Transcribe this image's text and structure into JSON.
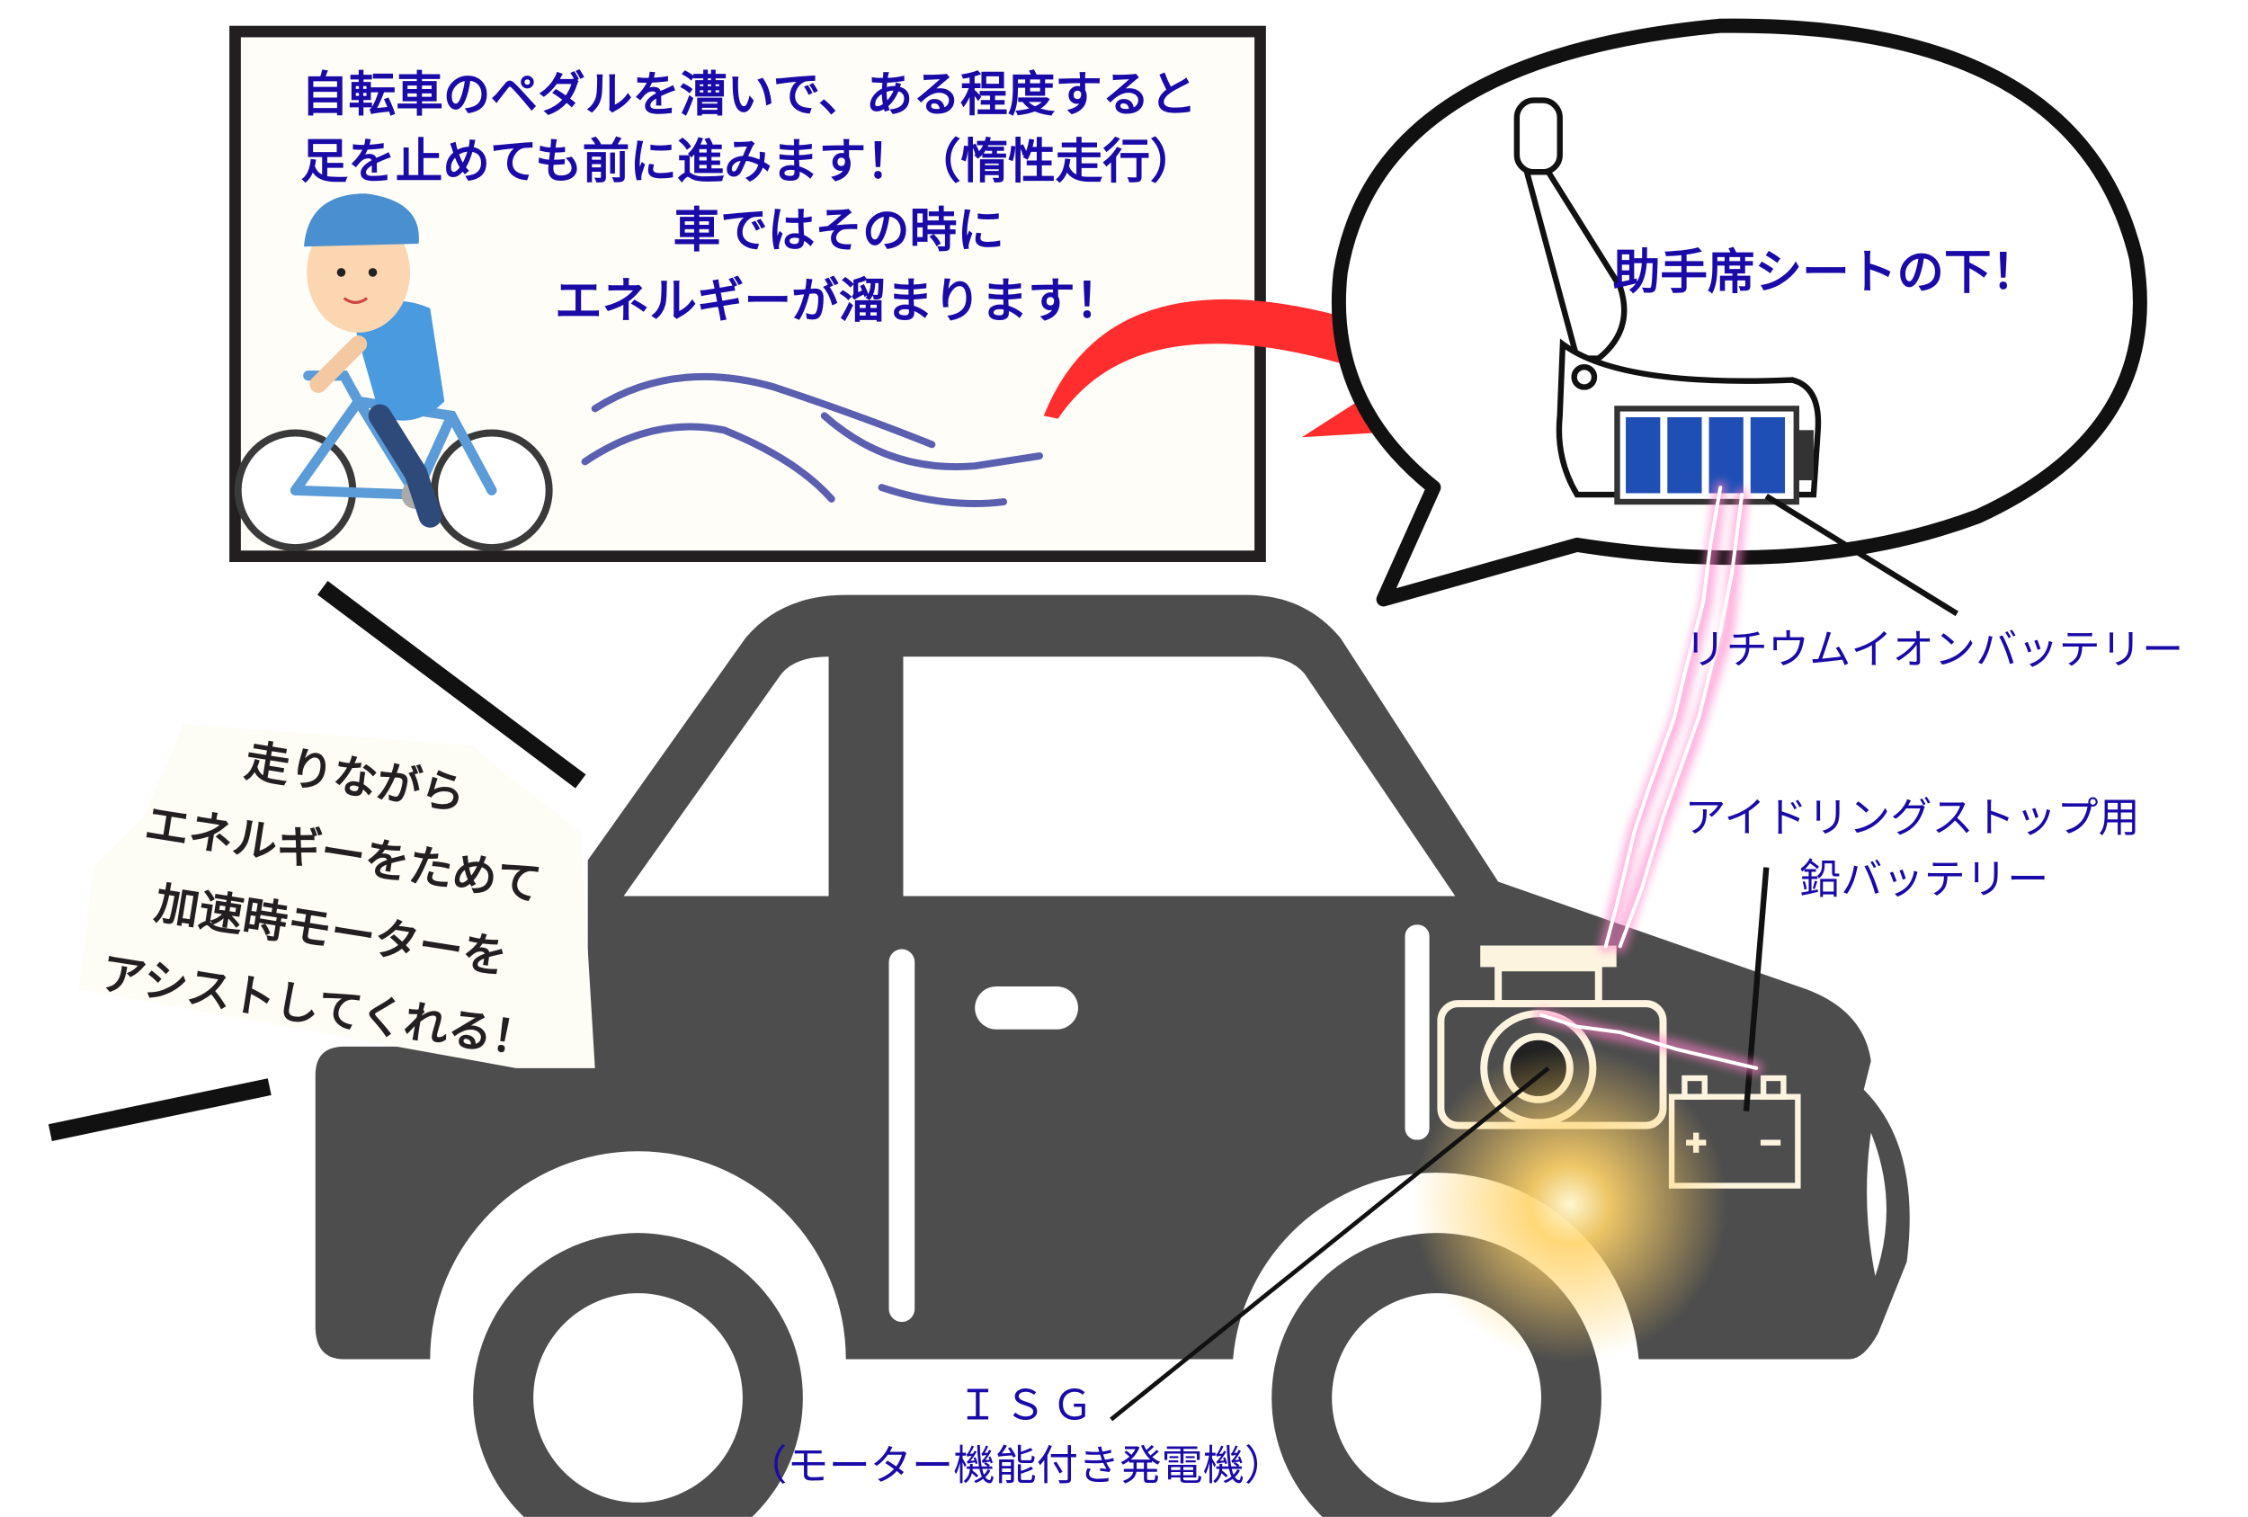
{
  "info_box": {
    "lines": [
      "自転車のペダルを漕いで、ある程度すると",
      "足を止めても前に進みます！（惰性走行）",
      "車ではその時に",
      "エネルギーが溜まります！"
    ]
  },
  "bubble": {
    "text": "助手席シートの下！"
  },
  "labels": {
    "lithium_battery": "リチウムイオンバッテリー",
    "lead_battery_line1": "アイドリングストップ用",
    "lead_battery_line2": "鉛バッテリー",
    "isg": "ＩＳＧ",
    "isg_desc": "（モーター機能付き発電機）"
  },
  "callout": {
    "lines": [
      "走りながら",
      "エネルギーをためて",
      "加速時モーターを",
      "アシストしてくれる！"
    ]
  },
  "colors": {
    "text_blue": "#1a0aa8",
    "car": "#4d4d4d",
    "arrow": "#ff2d2d",
    "battery": "#1f4fb5",
    "spark": "#ff7fc8"
  }
}
